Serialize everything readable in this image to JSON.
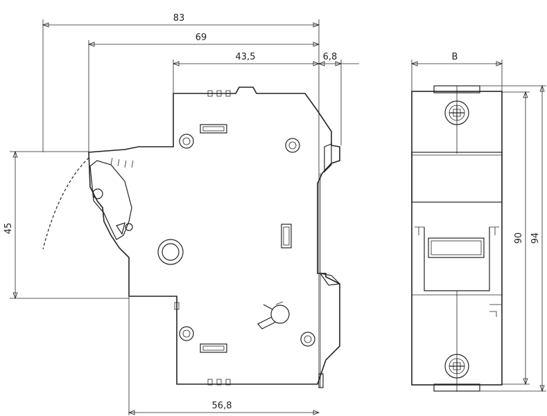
{
  "dimensions": {
    "overall_depth": "83",
    "depth_to_lever": "69",
    "depth_to_rail": "43,5",
    "rail_offset": "6,8",
    "bottom_depth": "56,8",
    "width": "B",
    "lever_height": "45",
    "body_height": "90",
    "total_height": "94"
  }
}
